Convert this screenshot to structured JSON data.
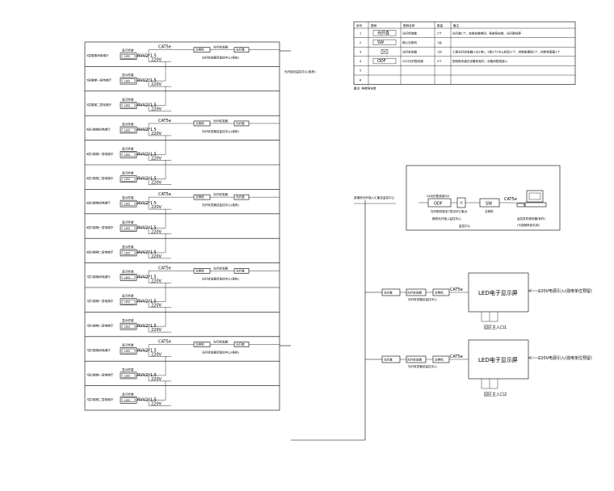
{
  "left_panel": {
    "floors": [
      {
        "label": "5层楼梯间电梯厅",
        "header": true
      },
      {
        "label": "5层楼梯一层电梯厅",
        "header": false
      },
      {
        "label": "5层楼梯二层电梯厅",
        "header": false
      },
      {
        "label": "6层1楼梯间电梯厅",
        "header": true
      },
      {
        "label": "6层1楼梯一层电梯厅",
        "header": false
      },
      {
        "label": "6层1楼梯二层电梯厅",
        "header": false
      },
      {
        "label": "6层2楼梯间电梯厅",
        "header": true
      },
      {
        "label": "6层2楼梯一层电梯厅",
        "header": false
      },
      {
        "label": "6层2楼梯二层电梯厅",
        "header": false
      },
      {
        "label": "7层1楼梯间电梯厅",
        "header": true
      },
      {
        "label": "7层1楼梯一层电梯厅",
        "header": false
      },
      {
        "label": "7层1楼梯二层电梯厅",
        "header": false
      },
      {
        "label": "7层2楼梯间电梯厅",
        "header": true
      },
      {
        "label": "7层2楼梯一层电梯厅",
        "header": false
      },
      {
        "label": "7层2楼梯二层电梯厅",
        "header": false
      }
    ],
    "screen_caption": "显示终端",
    "led_label": "LED",
    "cable_rvv": "RVV2*1.5",
    "voltage": "220V",
    "cat5e": "CAT5e",
    "switch_label": "交换机",
    "converter_label": "光纤收发器",
    "terminal_box": "光纤盒",
    "group_note": "光纤收发器至监控中心(各栋)"
  },
  "trunk_note": "光纤接至监控中心(各栋)",
  "table": {
    "headers": [
      "序号",
      "图例",
      "图例名称",
      "数量",
      "备注"
    ],
    "rows": [
      {
        "no": "1",
        "legend": "光纤盒",
        "name": "光纤终端盒",
        "qty": "2个",
        "note": "光纤盒1个，安装在楼梯间，各楼层安装、光纤跳线等"
      },
      {
        "no": "2",
        "legend": "SW",
        "name": "核心交换机",
        "qty": "1台",
        "note": ""
      },
      {
        "no": "3",
        "legend": "",
        "name": "光纤收发器",
        "qty": "1对",
        "note": "上联光纤收发器(1光1电)，5层2个(中心机房)1个，控制各楼层1个，控制到屏幕1个"
      },
      {
        "no": "4",
        "legend": "ODF",
        "name": "24口光纤配线架",
        "qty": "2个",
        "note": "配线架安装在设备机柜内，设备间配线接入"
      },
      {
        "no": "5",
        "legend": "",
        "name": "",
        "qty": "",
        "note": ""
      },
      {
        "no": "6",
        "legend": "",
        "name": "",
        "qty": "",
        "note": ""
      }
    ],
    "footnote": "备注: 各楼层安装"
  },
  "center": {
    "fiber_note": "各楼栋光纤接入汇聚至监控中心"
  },
  "control_room": {
    "odf_caption": "24光纤配线架OD",
    "odf": "ODF",
    "sw": "SW",
    "sw_caption": "交换机",
    "cat5e": "CAT5e",
    "fiber_line_caption": "光纤配线架至7层光纤汇聚点",
    "room_caption": "楼栋光纤接入监控中心",
    "control_center": "监控中心",
    "pc_caption": "监控发布服务器(软件)",
    "pc_caption2": "(与视频系统共用)"
  },
  "led_screens": [
    {
      "screen": "LED电子显示屏",
      "power": "220V电源引入(强电单位预留)",
      "entrance": "园区主入口1",
      "box": "光纤盒",
      "converter": "光纤收发器",
      "switch": "交换机",
      "cat5e": "CAT5e",
      "note": "光纤收发器至监控中心"
    },
    {
      "screen": "LED电子显示屏",
      "power": "220V电源引入(强电单位预留)",
      "entrance": "园区主入口2",
      "box": "光纤盒",
      "converter": "光纤收发器",
      "switch": "交换机",
      "cat5e": "CAT5e",
      "note": "光纤收发器至监控中心"
    }
  ]
}
